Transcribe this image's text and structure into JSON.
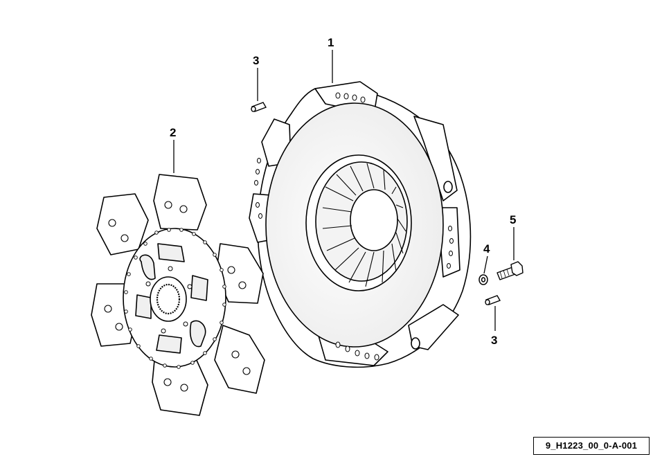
{
  "callouts": [
    {
      "id": "1",
      "text": "1"
    },
    {
      "id": "2",
      "text": "2"
    },
    {
      "id": "3a",
      "text": "3"
    },
    {
      "id": "4",
      "text": "4"
    },
    {
      "id": "5",
      "text": "5"
    },
    {
      "id": "3b",
      "text": "3"
    }
  ],
  "drawing_reference": "9_H1223_00_0-A-001",
  "colors": {
    "line": "#000000",
    "background": "#ffffff",
    "shade": "#e8e8e8"
  }
}
